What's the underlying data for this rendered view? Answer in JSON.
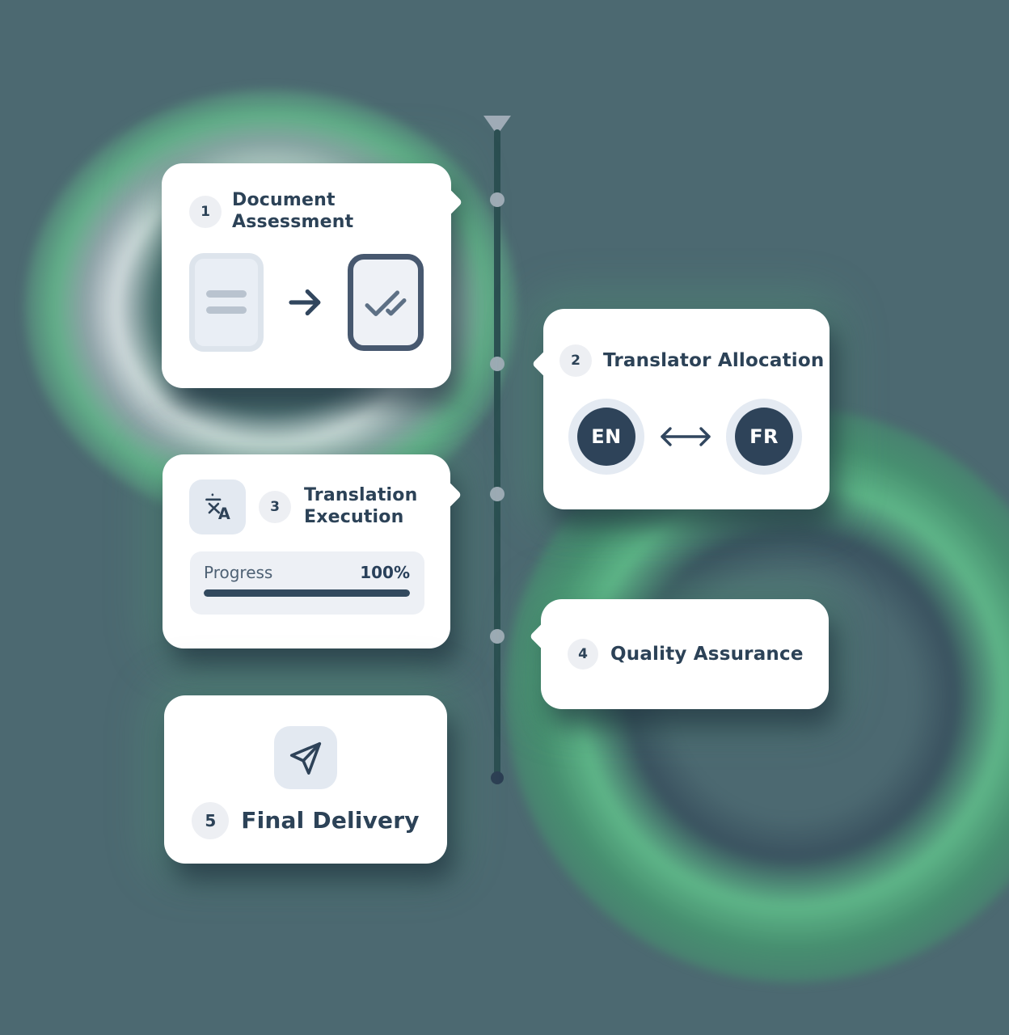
{
  "illustration": {
    "colors": {
      "background": "#4c6971",
      "card": "#ffffff",
      "accent_navy": "#2c4257",
      "check_slate": "#5d7085",
      "panel_light": "#edf0f5",
      "icon_tile": "#e3e9f1",
      "glow_green": "#63c98e",
      "timeline_line": "#2b4e51",
      "timeline_marker": "#9fabb6",
      "timeline_end_dot": "#2c3e53"
    },
    "icons": {
      "step1": [
        "document-lines-icon",
        "arrow-right-icon",
        "document-check-icon"
      ],
      "step2": [
        "swap-arrows-icon"
      ],
      "step3": [
        "translate-icon"
      ],
      "step5": [
        "send-plane-icon"
      ],
      "timeline": [
        "triangle-down-marker",
        "dot-markers"
      ]
    },
    "steps": [
      {
        "number": "1",
        "title": "Document Assessment"
      },
      {
        "number": "2",
        "title": "Translator Allocation",
        "source_lang": "EN",
        "target_lang": "FR"
      },
      {
        "number": "3",
        "title": "Translation Execution",
        "progress_label": "Progress",
        "progress_value": "100%",
        "progress_percent": 100,
        "progress_bar_style": "width:100%"
      },
      {
        "number": "4",
        "title": "Quality Assurance"
      },
      {
        "number": "5",
        "title": "Final Delivery"
      }
    ]
  }
}
